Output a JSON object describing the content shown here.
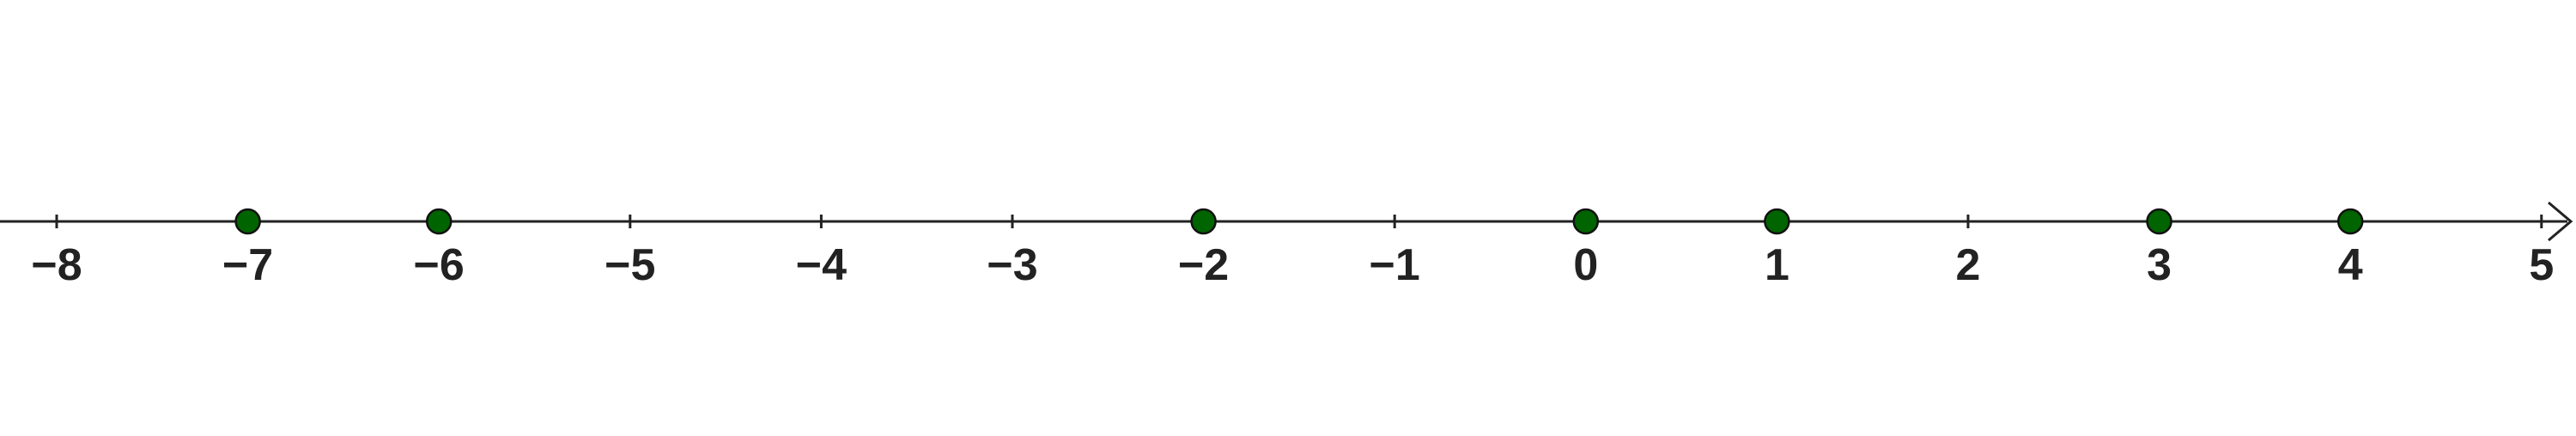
{
  "number_line": {
    "min": -8,
    "max": 5,
    "tick_step": 1,
    "tick_labels": [
      "−8",
      "−7",
      "−6",
      "−5",
      "−4",
      "−3",
      "−2",
      "−1",
      "0",
      "1",
      "2",
      "3",
      "4",
      "5"
    ],
    "marked_points": [
      -7,
      -6,
      -2,
      0,
      1,
      3,
      4
    ],
    "point_color": "#006400",
    "line_color": "#222222",
    "arrow_direction": "right"
  }
}
